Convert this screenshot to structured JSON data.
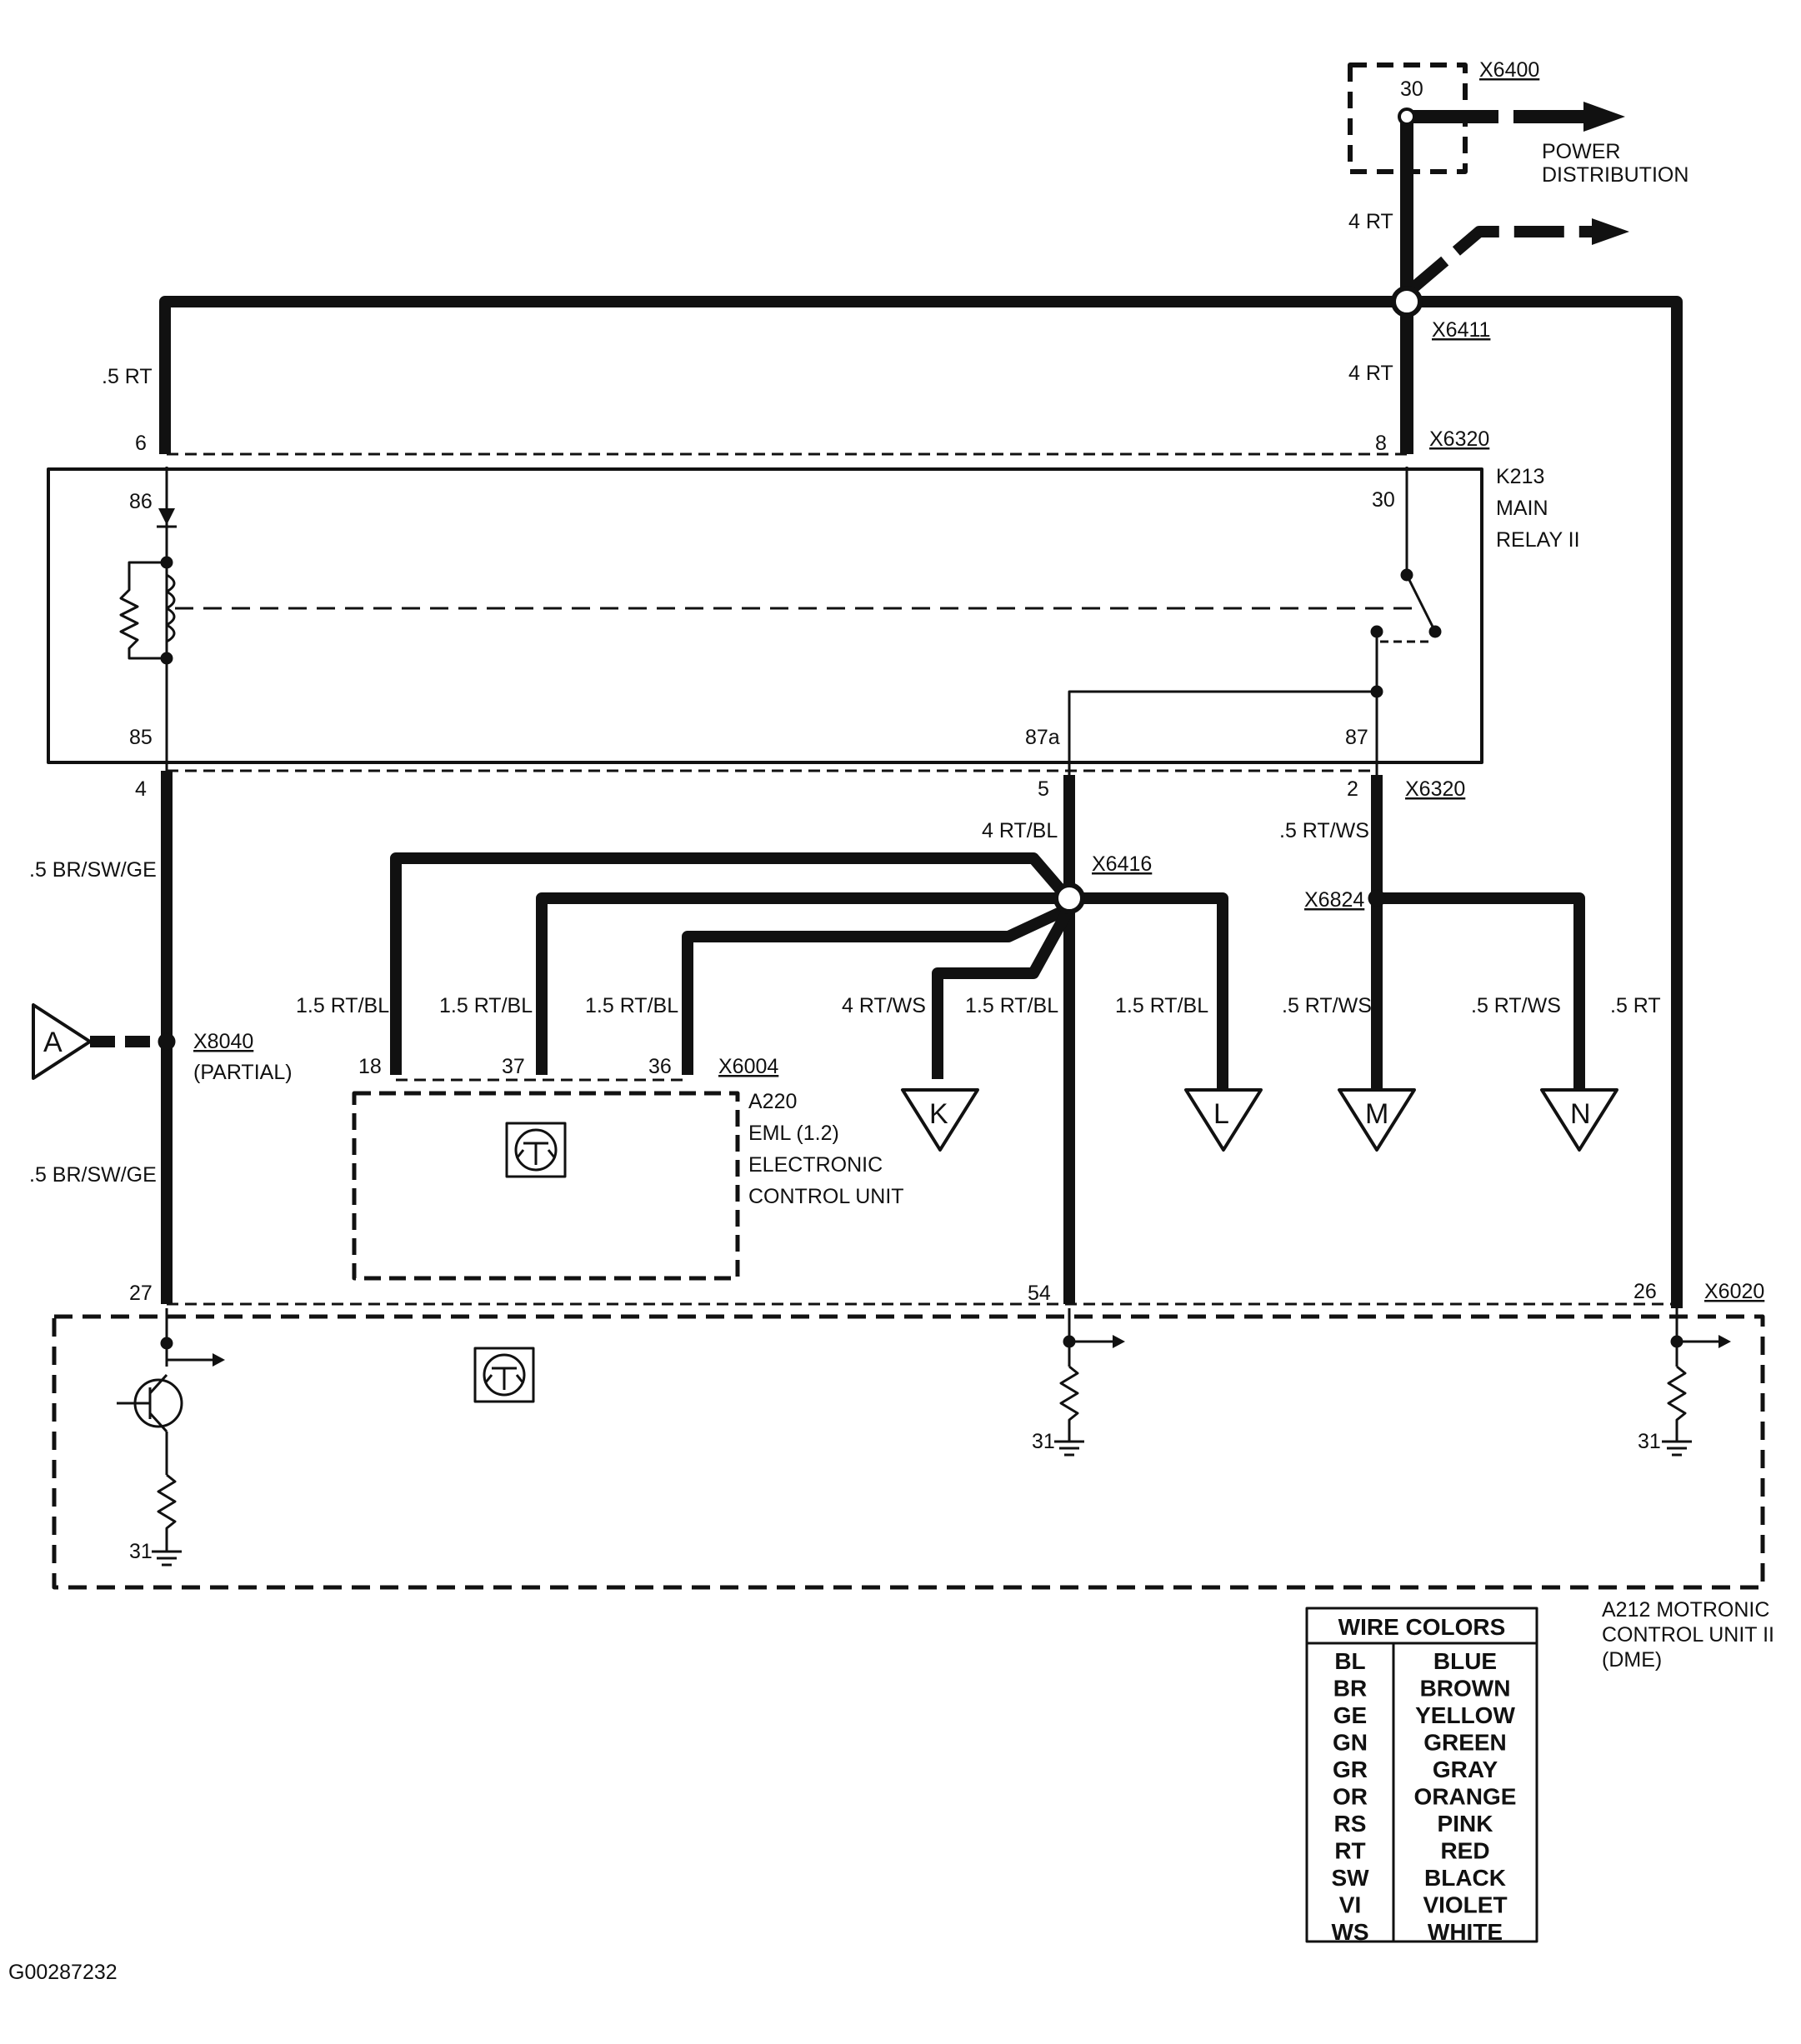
{
  "connectors": {
    "x6400": "X6400",
    "x6411": "X6411",
    "x6320_top": "X6320",
    "x6320_bottom": "X6320",
    "x6416": "X6416",
    "x6824": "X6824",
    "x8040": "X8040",
    "x8040_note": "(PARTIAL)",
    "x6004": "X6004",
    "x6020": "X6020"
  },
  "power": {
    "pin": "30",
    "line1": "POWER",
    "line2": "DISTRIBUTION"
  },
  "wires": {
    "w_4rt_top": "4 RT",
    "w_4rt_mid": "4 RT",
    "w_05rt_left": ".5 RT",
    "w_05rt_right": ".5 RT",
    "w_05br_top": ".5 BR/SW/GE",
    "w_05br_bottom": ".5 BR/SW/GE",
    "w_4rtbl": "4 RT/BL",
    "w_05rtws_top": ".5 RT/WS",
    "w_15_18": "1.5 RT/BL",
    "w_15_37": "1.5 RT/BL",
    "w_15_36": "1.5 RT/BL",
    "w_4rtws": "4 RT/WS",
    "w_15_54": "1.5 RT/BL",
    "w_15_L": "1.5 RT/BL",
    "w_05rtws_M": ".5 RT/WS",
    "w_05rtws_N": ".5 RT/WS"
  },
  "pins": {
    "p6": "6",
    "p8": "8",
    "p86": "86",
    "p30": "30",
    "p85": "85",
    "p87a": "87a",
    "p87": "87",
    "p4": "4",
    "p5": "5",
    "p2": "2",
    "p18": "18",
    "p37": "37",
    "p36": "36",
    "p27": "27",
    "p54": "54",
    "p26": "26",
    "g31_left": "31",
    "g31_mid": "31",
    "g31_right": "31"
  },
  "components": {
    "k213_1": "K213",
    "k213_2": "MAIN",
    "k213_3": "RELAY II",
    "a220_1": "A220",
    "a220_2": "EML (1.2)",
    "a220_3": "ELECTRONIC",
    "a220_4": "CONTROL UNIT",
    "a212_1": "A212  MOTRONIC",
    "a212_2": "CONTROL UNIT II",
    "a212_3": "(DME)"
  },
  "refs": {
    "A": "A",
    "K": "K",
    "L": "L",
    "M": "M",
    "N": "N"
  },
  "wire_colors": {
    "title": "WIRE COLORS",
    "rows": [
      [
        "BL",
        "BLUE"
      ],
      [
        "BR",
        "BROWN"
      ],
      [
        "GE",
        "YELLOW"
      ],
      [
        "GN",
        "GREEN"
      ],
      [
        "GR",
        "GRAY"
      ],
      [
        "OR",
        "ORANGE"
      ],
      [
        "RS",
        "PINK"
      ],
      [
        "RT",
        "RED"
      ],
      [
        "SW",
        "BLACK"
      ],
      [
        "VI",
        "VIOLET"
      ],
      [
        "WS",
        "WHITE"
      ]
    ]
  },
  "footer_id": "G00287232"
}
